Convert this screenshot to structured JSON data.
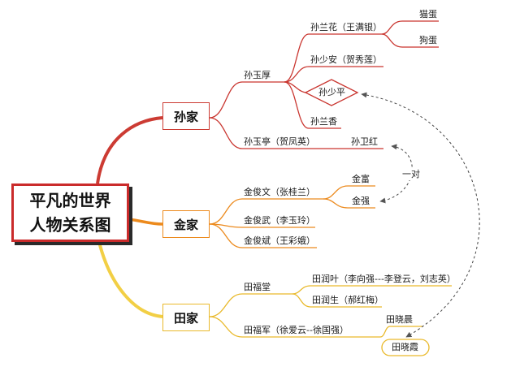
{
  "diagram": {
    "title_lines": [
      "平凡的世界",
      "人物关系图"
    ],
    "families": {
      "sun": "孙家",
      "jin": "金家",
      "tian": "田家"
    },
    "sun": {
      "yuhou": "孙玉厚",
      "lanhua": "孙兰花（王满银）",
      "maodan": "猫蛋",
      "goudan": "狗蛋",
      "shaoan": "孙少安（贺秀莲）",
      "shaoping": "孙少平",
      "lanxiang": "孙兰香",
      "yuting": "孙玉亭（贺凤英）",
      "weihong": "孙卫红"
    },
    "jin": {
      "junwen": "金俊文（张桂兰）",
      "jinfu": "金富",
      "jinqiang": "金强",
      "junwu": "金俊武（李玉玲）",
      "junbin": "金俊斌（王彩娥）"
    },
    "tian": {
      "futang": "田福堂",
      "runye": "田润叶（李向强---李登云，刘志英）",
      "runsheng": "田润生（郝红梅）",
      "fujun": "田福军（徐爱云--徐国强）",
      "xiaochen": "田晓晨",
      "xiaoxia": "田晓霞"
    },
    "relation_label": "一对",
    "colors": {
      "sun": "#cc3b33",
      "jin": "#ec8a1d",
      "tian": "#e9b92a",
      "root_border": "#ca2b2b"
    }
  }
}
